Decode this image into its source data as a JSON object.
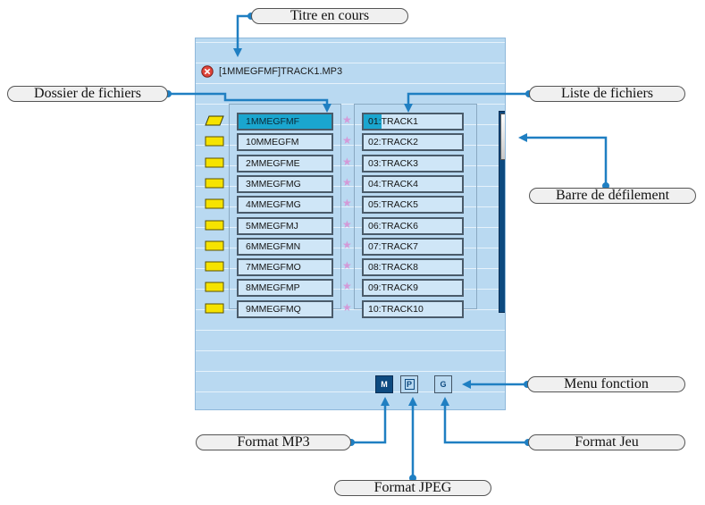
{
  "current_title": "[1MMEGFMF]TRACK1.MP3",
  "folders": [
    "1MMEGFMF",
    "10MMEGFM",
    "2MMEGFME",
    "3MMEGFMG",
    "4MMEGFMG",
    "5MMEGFMJ",
    "6MMEGFMN",
    "7MMEGFMO",
    "8MMEGFMP",
    "9MMEGFMQ"
  ],
  "tracks": [
    "01:TRACK1",
    "02:TRACK2",
    "03:TRACK3",
    "04:TRACK4",
    "05:TRACK5",
    "06:TRACK6",
    "07:TRACK7",
    "08:TRACK8",
    "09:TRACK9",
    "10:TRACK10"
  ],
  "active_index": 0,
  "formats": {
    "mp3": "M",
    "jpeg": "P",
    "game": "G"
  },
  "callouts": {
    "titre": "Titre en cours",
    "dossier": "Dossier de fichiers",
    "liste": "Liste de fichiers",
    "barre": "Barre de défilement",
    "menu": "Menu fonction",
    "mp3": "Format MP3",
    "jpeg": "Format JPEG",
    "jeu": "Format Jeu"
  },
  "colors": {
    "panel": "#b9d9f1",
    "highlight": "#1aa6cf",
    "scrollbar": "#0d4a80",
    "callout_line": "#1f7fc2",
    "folder": "#f6e300"
  }
}
